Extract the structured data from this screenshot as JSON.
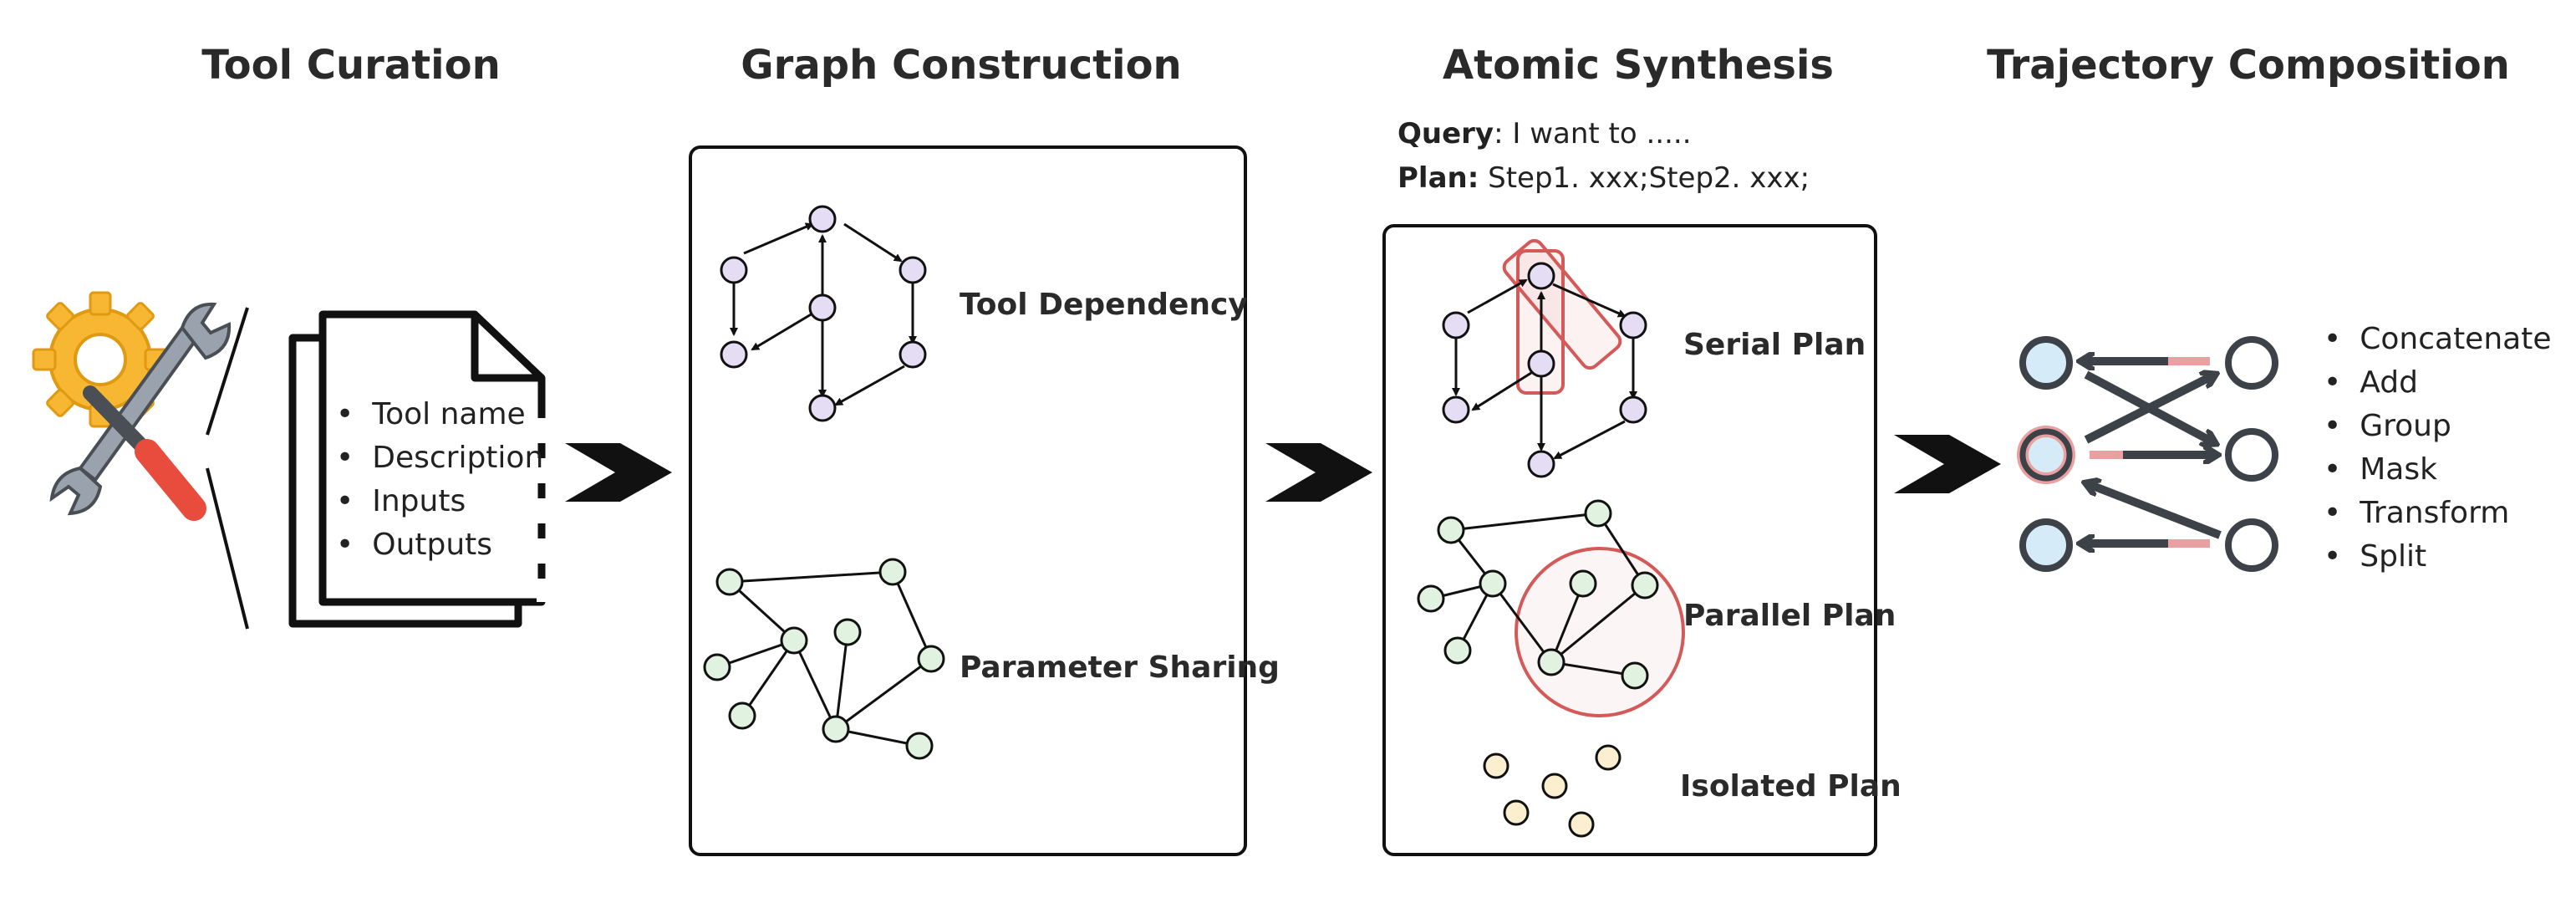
{
  "stages": [
    {
      "title": "Tool Curation"
    },
    {
      "title": "Graph Construction"
    },
    {
      "title": "Atomic Synthesis"
    },
    {
      "title": "Trajectory Composition"
    }
  ],
  "tool_doc": {
    "fields": [
      "Tool name",
      "Description",
      "Inputs",
      "Outputs"
    ]
  },
  "graph": {
    "dependency_label": "Tool Dependency",
    "sharing_label": "Parameter Sharing"
  },
  "synthesis": {
    "query_label": "Query",
    "query_text": ": I want to .....",
    "plan_label": "Plan:",
    "plan_text": " Step1. xxx;Step2. xxx;",
    "serial_label": "Serial Plan",
    "parallel_label": "Parallel Plan",
    "isolated_label": "Isolated Plan"
  },
  "composition": {
    "operations": [
      "Concatenate",
      "Add",
      "Group",
      "Mask",
      "Transform",
      "Split"
    ]
  },
  "colors": {
    "purple_node": "#e4ddf4",
    "green_node": "#e1f2e0",
    "yellow_node": "#fcefcf",
    "blue_node": "#d5ebf7",
    "highlight_red": "#d45a5a",
    "dark": "#111111"
  }
}
